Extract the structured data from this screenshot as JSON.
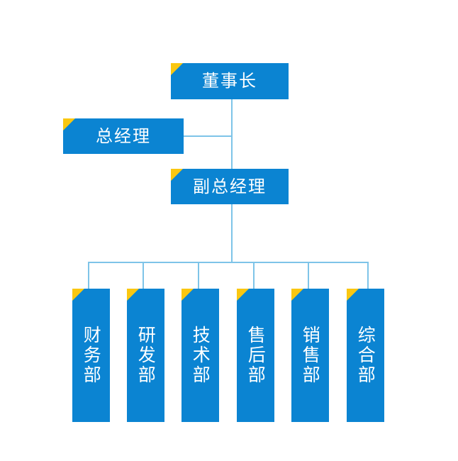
{
  "chart": {
    "type": "org-chart",
    "title": "",
    "background_color": "#ffffff",
    "node_color": "#0b84d2",
    "accent_color": "#fac710",
    "connector_color": "#7ec4e8",
    "text_color": "#ffffff"
  },
  "nodes": {
    "chairman": {
      "label": "董事长",
      "level": 1,
      "orientation": "horizontal"
    },
    "general_manager": {
      "label": "总经理",
      "level": 2,
      "orientation": "horizontal"
    },
    "deputy_general_manager": {
      "label": "副总经理",
      "level": 2,
      "orientation": "horizontal"
    }
  },
  "departments": [
    {
      "label": "财务部"
    },
    {
      "label": "研发部"
    },
    {
      "label": "技术部"
    },
    {
      "label": "售后部"
    },
    {
      "label": "销售部"
    },
    {
      "label": "综合部"
    }
  ]
}
